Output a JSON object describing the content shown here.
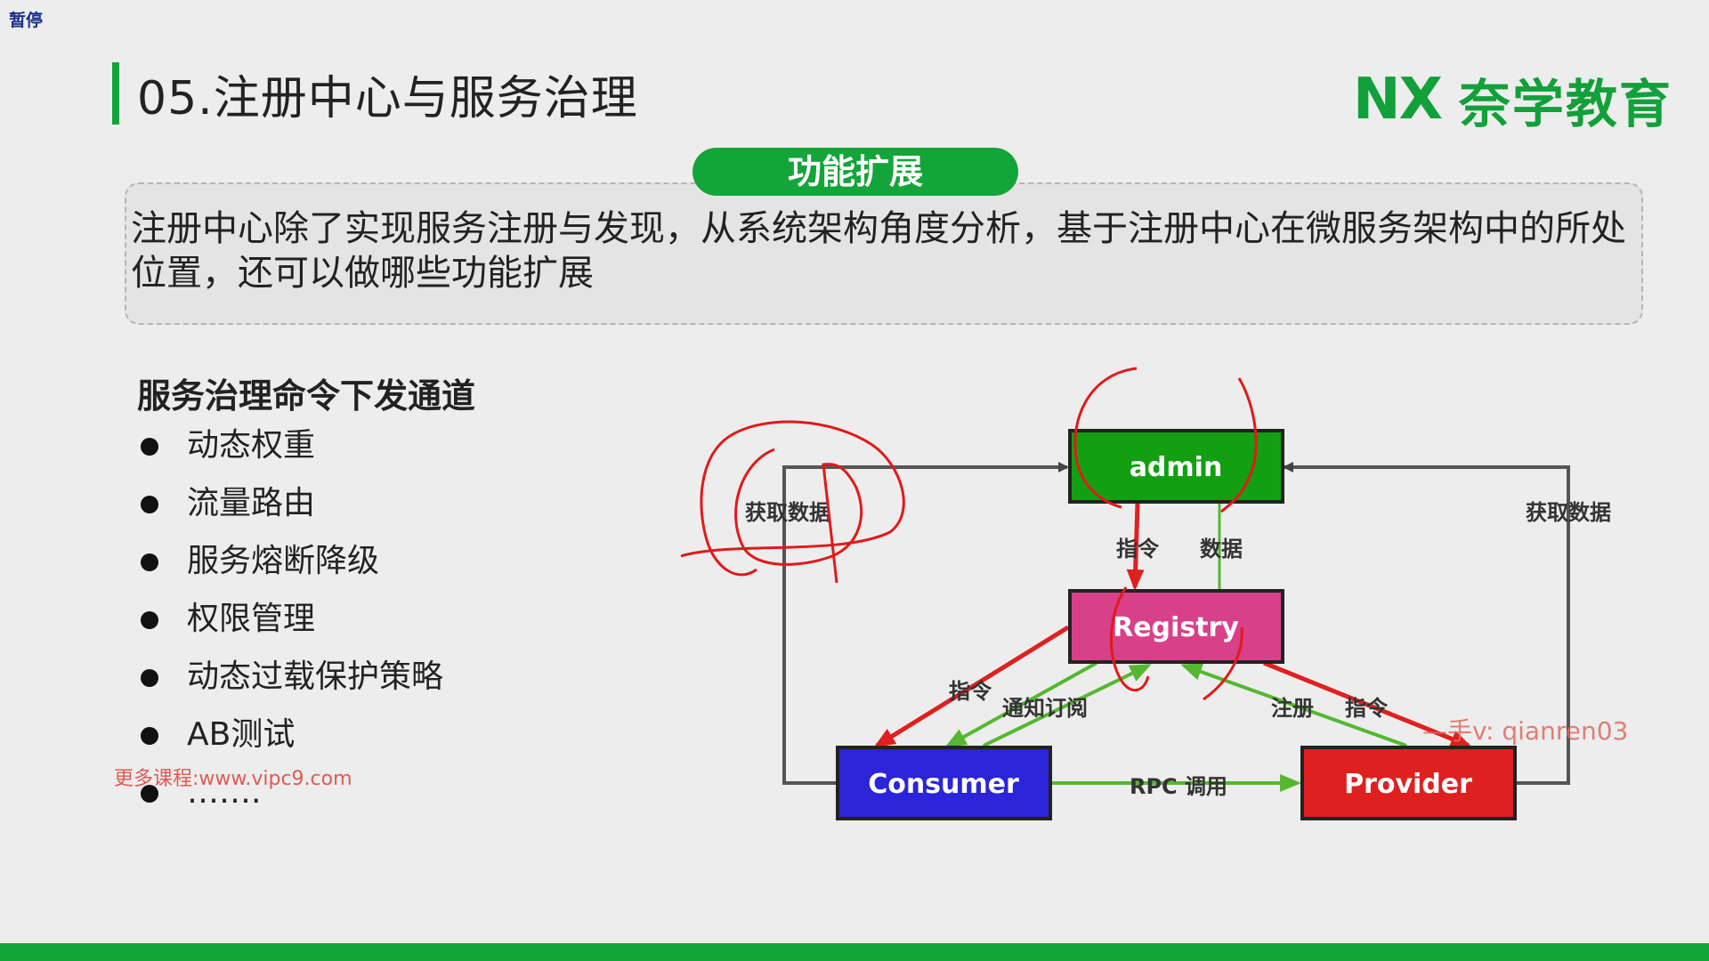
{
  "player": {
    "pause_label": "暂停"
  },
  "header": {
    "title": "05.注册中心与服务治理",
    "logo_mark": "NX",
    "logo_text": "奈学教育"
  },
  "intro": {
    "pill": "功能扩展",
    "text": "注册中心除了实现服务注册与发现，从系统架构角度分析，基于注册中心在微服务架构中的所处位置，还可以做哪些功能扩展"
  },
  "features": {
    "heading": "服务治理命令下发通道",
    "items": [
      "动态权重",
      "流量路由",
      "服务熔断降级",
      "权限管理",
      "动态过载保护策略",
      "AB测试",
      "……."
    ]
  },
  "diagram": {
    "nodes": {
      "admin": "admin",
      "registry": "Registry",
      "consumer": "Consumer",
      "provider": "Provider"
    },
    "labels": {
      "fetch_left": "获取数据",
      "fetch_right": "获取数据",
      "cmd_admin": "指令",
      "data_admin": "数据",
      "cmd_consumer": "指令",
      "notify": "通知订阅",
      "register": "注册",
      "cmd_provider": "指令",
      "rpc": "RPC 调用"
    },
    "colors": {
      "admin": "#12a012",
      "registry": "#d9408a",
      "consumer": "#2b24d8",
      "provider": "#de2020",
      "red_arrow": "#e02020",
      "green_arrow": "#55b830",
      "gray_line": "#555555"
    }
  },
  "watermarks": {
    "left": "更多课程:www.vipc9.com",
    "right": "—手v: qianren03"
  },
  "theme": {
    "accent": "#14a53a"
  }
}
